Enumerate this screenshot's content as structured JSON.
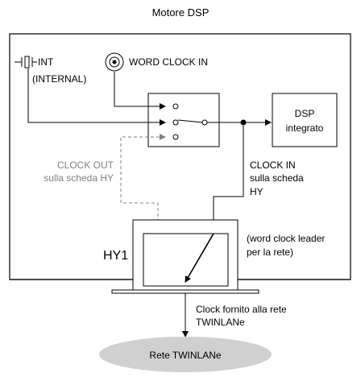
{
  "title": "Motore DSP",
  "int_label": "INT",
  "internal_label": "(INTERNAL)",
  "word_clock_in_label": "WORD CLOCK IN",
  "dsp_box": {
    "line1": "DSP",
    "line2": "integrato"
  },
  "clock_out": {
    "line1": "CLOCK OUT",
    "line2": "sulla scheda HY"
  },
  "clock_in": {
    "line1": "CLOCK IN",
    "line2": "sulla scheda",
    "line3": "HY"
  },
  "hy_label": "HY1",
  "leader_note": {
    "line1": "(word clock leader",
    "line2": "per la rete)"
  },
  "clock_supply": {
    "line1": "Clock fornito alla rete",
    "line2": "TWINLANe"
  },
  "network_label": "Rete TWINLANe",
  "colors": {
    "line": "#000000",
    "gray": "#808080",
    "ellipse": "#d0d0d0"
  }
}
